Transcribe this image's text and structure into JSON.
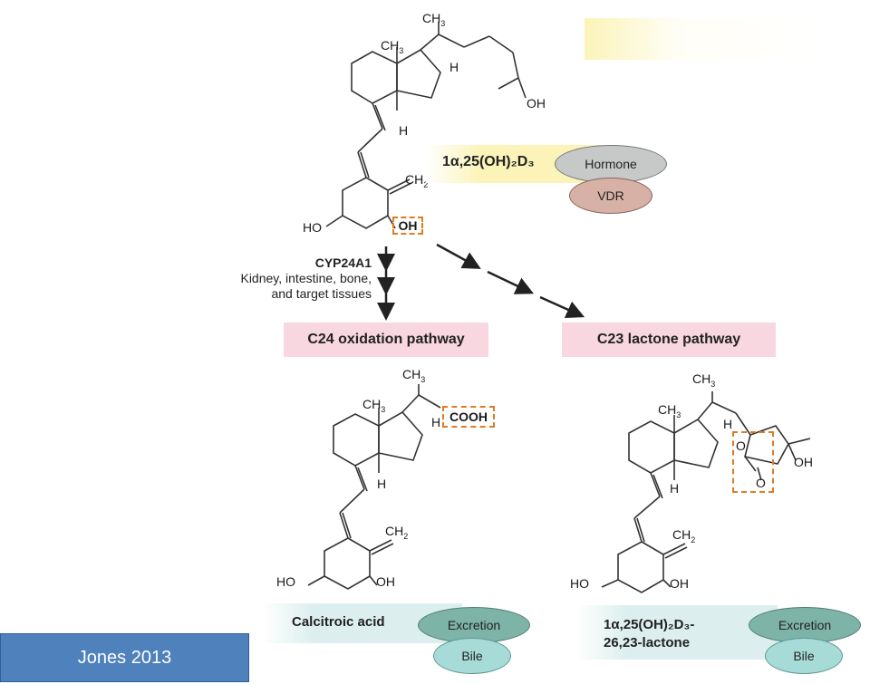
{
  "parent_compound": {
    "labels": {
      "ch3_side": "CH3",
      "ch3_ring": "CH3",
      "h_ring": "H",
      "h_bottom": "H",
      "oh_terminal": "OH",
      "ch2": "CH2",
      "ho_left": "HO",
      "oh_right": "OH"
    },
    "name": "1α,25(OH)₂D₃",
    "receptor_complex": {
      "top": "Hormone",
      "bottom": "VDR"
    }
  },
  "enzyme": {
    "name": "CYP24A1",
    "tissues_line1": "Kidney, intestine, bone,",
    "tissues_line2": "and target tissues"
  },
  "pathways": {
    "left": "C24 oxidation pathway",
    "right": "C23 lactone pathway"
  },
  "left_product": {
    "labels": {
      "ch3_side": "CH3",
      "ch3_ring": "CH3",
      "h_ring": "H",
      "cooh": "COOH",
      "h_bottom": "H",
      "ch2": "CH2",
      "ho_left": "HO",
      "oh_right": "OH"
    },
    "name": "Calcitroic acid",
    "fate": {
      "top": "Excretion",
      "bottom": "Bile"
    }
  },
  "right_product": {
    "labels": {
      "ch3_side": "CH3",
      "ch3_ring": "CH3",
      "h_ring": "H",
      "o_ring": "O",
      "oh": "OH",
      "o_carbonyl": "O",
      "h_bottom": "H",
      "ch2": "CH2",
      "ho_left": "HO",
      "oh_right": "OH"
    },
    "name_line1": "1α,25(OH)₂D₃-",
    "name_line2": "26,23-lactone",
    "fate": {
      "top": "Excretion",
      "bottom": "Bile"
    }
  },
  "citation": "Jones 2013",
  "colors": {
    "highlight_box": "#e07b22",
    "yellow_band": "#fbf3b8",
    "pink_box": "#f8d7e1",
    "teal_band": "#dcefee",
    "hormone_ellipse": "#c7c9c9",
    "vdr_ellipse": "#d7b1a5",
    "excretion_ellipse": "#7eb3a8",
    "bile_ellipse": "#a7dbd7",
    "credit_box": "#4f81bd"
  }
}
